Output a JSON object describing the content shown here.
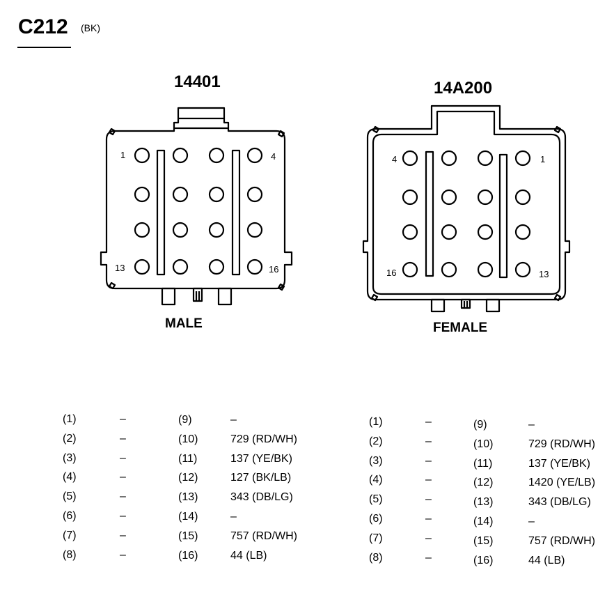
{
  "header": {
    "connector_id": "C212",
    "color_code": "(BK)"
  },
  "male": {
    "part_number": "14401",
    "label": "MALE",
    "pin_labels": {
      "top_left": "1",
      "top_right": "4",
      "bottom_left": "13",
      "bottom_right": "16"
    }
  },
  "female": {
    "part_number": "14A200",
    "label": "FEMALE",
    "pin_labels": {
      "top_left": "4",
      "top_right": "1",
      "bottom_left": "16",
      "bottom_right": "13"
    }
  },
  "male_table": [
    [
      "(1)",
      "–"
    ],
    [
      "(2)",
      "–"
    ],
    [
      "(3)",
      "–"
    ],
    [
      "(4)",
      "–"
    ],
    [
      "(5)",
      "–"
    ],
    [
      "(6)",
      "–"
    ],
    [
      "(7)",
      "–"
    ],
    [
      "(8)",
      "–"
    ],
    [
      "(9)",
      "–"
    ],
    [
      "(10)",
      "729 (RD/WH)"
    ],
    [
      "(11)",
      "137 (YE/BK)"
    ],
    [
      "(12)",
      "127 (BK/LB)"
    ],
    [
      "(13)",
      "343 (DB/LG)"
    ],
    [
      "(14)",
      "–"
    ],
    [
      "(15)",
      "757 (RD/WH)"
    ],
    [
      "(16)",
      "44 (LB)"
    ]
  ],
  "female_table": [
    [
      "(1)",
      "–"
    ],
    [
      "(2)",
      "–"
    ],
    [
      "(3)",
      "–"
    ],
    [
      "(4)",
      "–"
    ],
    [
      "(5)",
      "–"
    ],
    [
      "(6)",
      "–"
    ],
    [
      "(7)",
      "–"
    ],
    [
      "(8)",
      "–"
    ],
    [
      "(9)",
      "–"
    ],
    [
      "(10)",
      "729 (RD/WH)"
    ],
    [
      "(11)",
      "137 (YE/BK)"
    ],
    [
      "(12)",
      "1420 (YE/LB)"
    ],
    [
      "(13)",
      "343 (DB/LG)"
    ],
    [
      "(14)",
      "–"
    ],
    [
      "(15)",
      "757 (RD/WH)"
    ],
    [
      "(16)",
      "44 (LB)"
    ]
  ]
}
